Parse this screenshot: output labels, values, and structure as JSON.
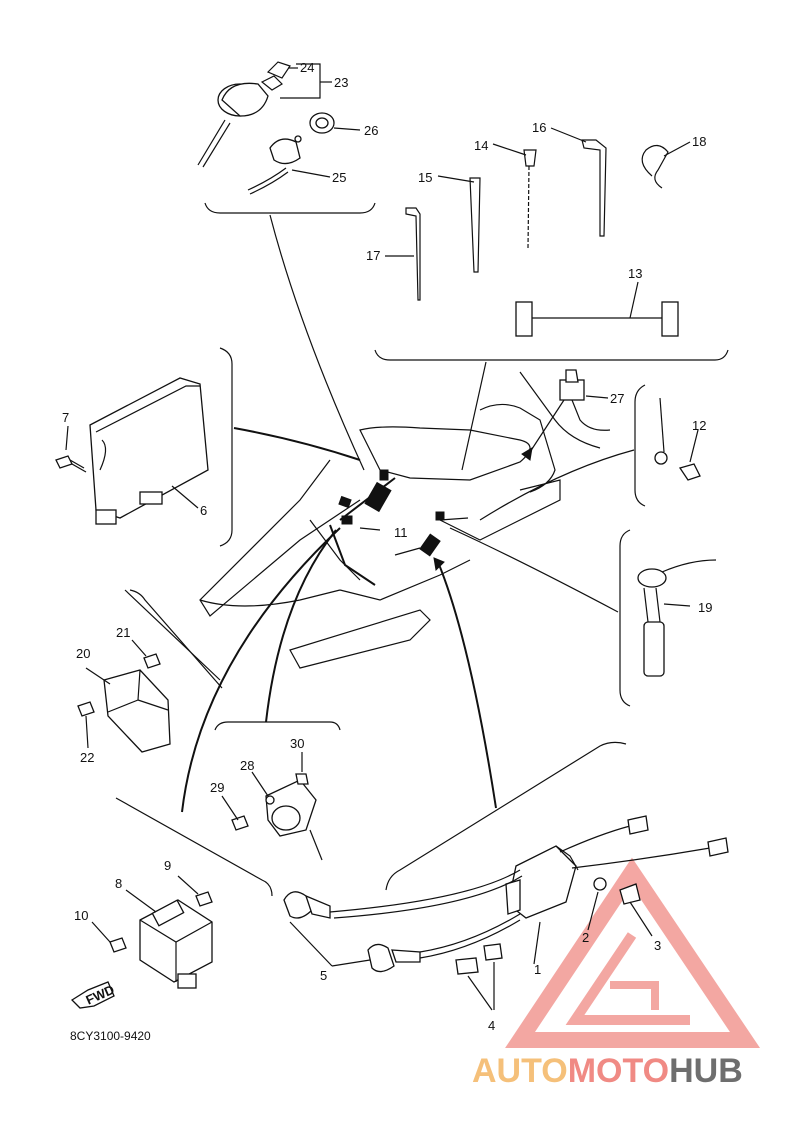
{
  "diagram": {
    "part_number_code": "8CY3100-9420",
    "fwd_label": "FWD",
    "callouts": {
      "c1": "1",
      "c2": "2",
      "c3": "3",
      "c4": "4",
      "c5": "5",
      "c6": "6",
      "c7": "7",
      "c8": "8",
      "c9": "9",
      "c10": "10",
      "c11": "11",
      "c12": "12",
      "c13": "13",
      "c14": "14",
      "c15": "15",
      "c16": "16",
      "c17": "17",
      "c18": "18",
      "c19": "19",
      "c20": "20",
      "c21": "21",
      "c22": "22",
      "c23": "23",
      "c24": "24",
      "c25": "25",
      "c26": "26",
      "c27": "27",
      "c28": "28",
      "c29": "29",
      "c30": "30"
    }
  },
  "watermark": {
    "part1": "AUTO",
    "part2": "MOTO",
    "part3": "HUB",
    "colors": {
      "auto": "#f5c07a",
      "moto": "#f08a84",
      "hub": "#6e6e6e",
      "triangle": "#f08a84"
    }
  }
}
